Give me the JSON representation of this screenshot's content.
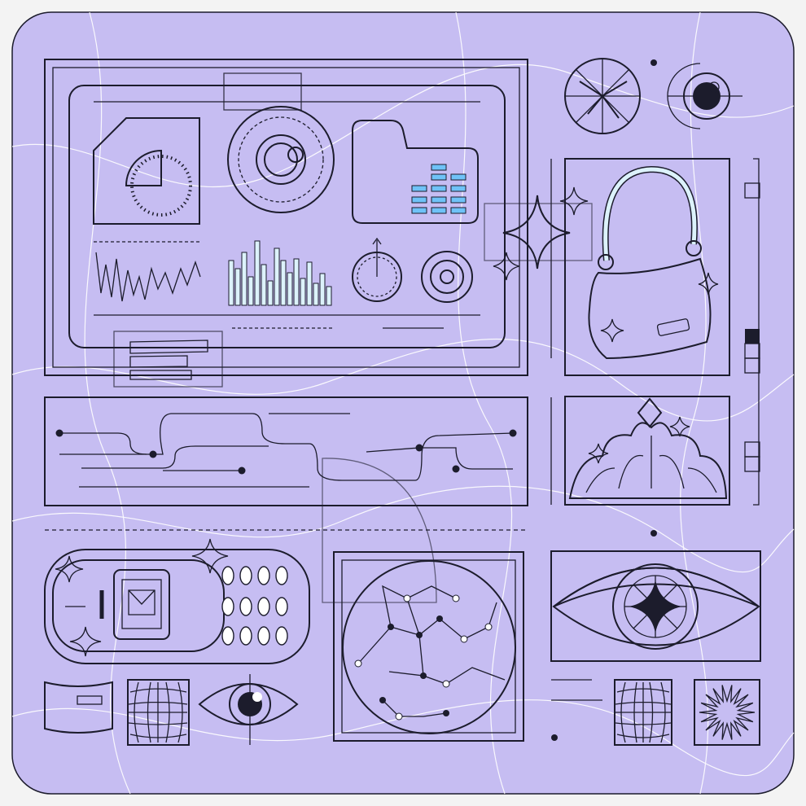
{
  "colors": {
    "page_bg": "#f3f3f3",
    "panel_purple": "#c6bdf2",
    "screen_blue": "#6fc2f7",
    "pale_blue": "#dcf2fb",
    "white": "#ffffff",
    "ink": "#1c1c2c",
    "wave_lines": "#ffffff"
  },
  "icons": [
    "dashboard-screen",
    "pie-chart-icon",
    "dial-icon",
    "folder-icon",
    "waveform-icon",
    "bar-chart-icon",
    "power-knob-icon",
    "target-icon",
    "sparkle-icon",
    "constellation-gem-icon",
    "eye-icon",
    "handbag-illustration",
    "tiara-illustration",
    "circuit-lines-panel",
    "flip-phone-illustration",
    "star-map-panel",
    "big-eye-panel",
    "grid-sphere-icon",
    "starburst-icon"
  ]
}
